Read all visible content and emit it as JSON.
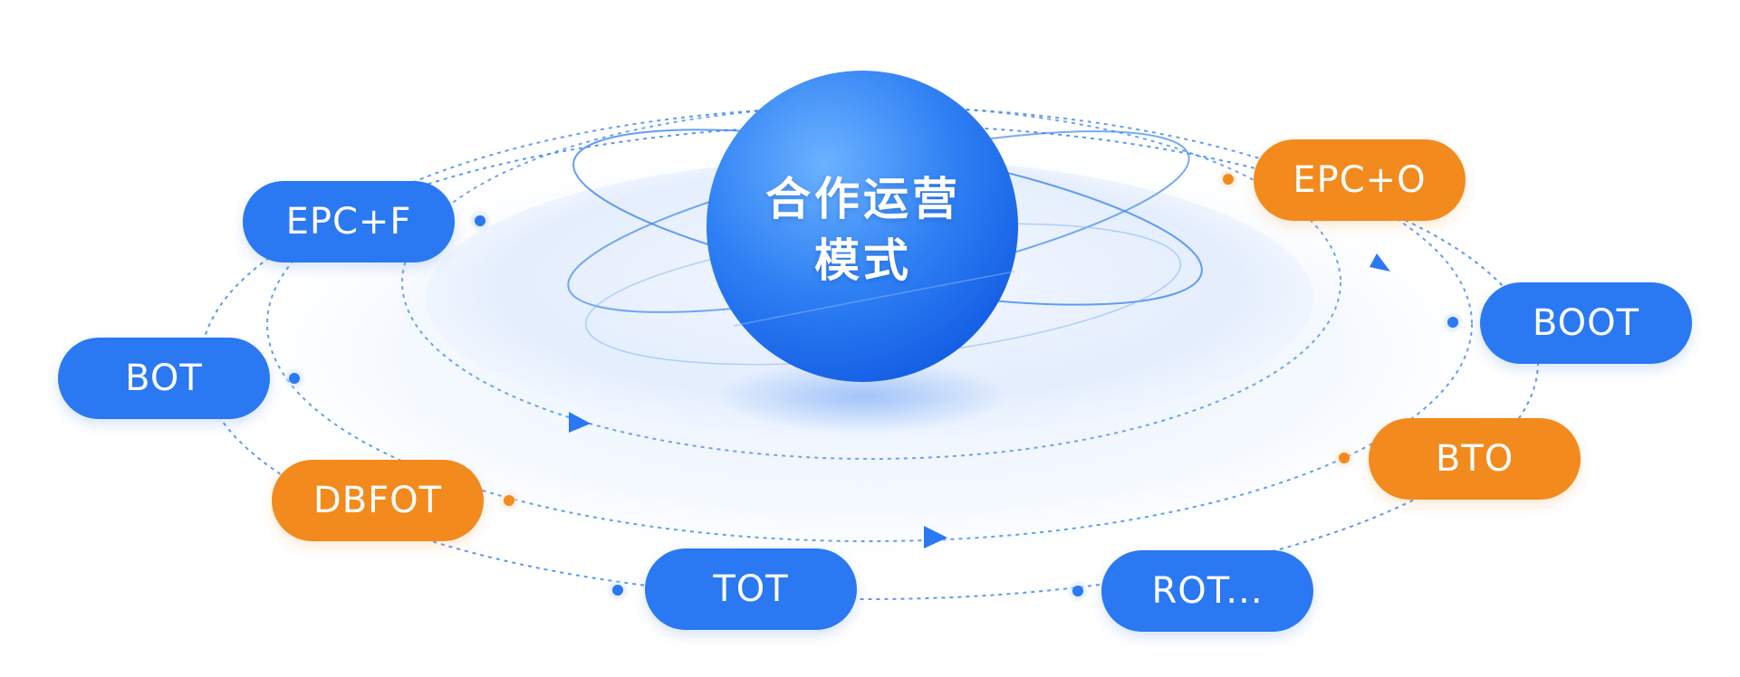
{
  "center": {
    "line1": "合作运营",
    "line2": "模式"
  },
  "models": [
    {
      "label": "EPC+F",
      "color": "blue"
    },
    {
      "label": "EPC+O",
      "color": "orange"
    },
    {
      "label": "BOOT",
      "color": "blue"
    },
    {
      "label": "BOT",
      "color": "blue"
    },
    {
      "label": "BTO",
      "color": "orange"
    },
    {
      "label": "DBFOT",
      "color": "orange"
    },
    {
      "label": "TOT",
      "color": "blue"
    },
    {
      "label": "ROT...",
      "color": "blue"
    }
  ],
  "colors": {
    "blue": "#2a78f2",
    "orange": "#f38a1d",
    "orbit_line": "#3f86ee",
    "sphere_light": "#5aa6ff",
    "sphere_dark": "#1a64e8"
  }
}
